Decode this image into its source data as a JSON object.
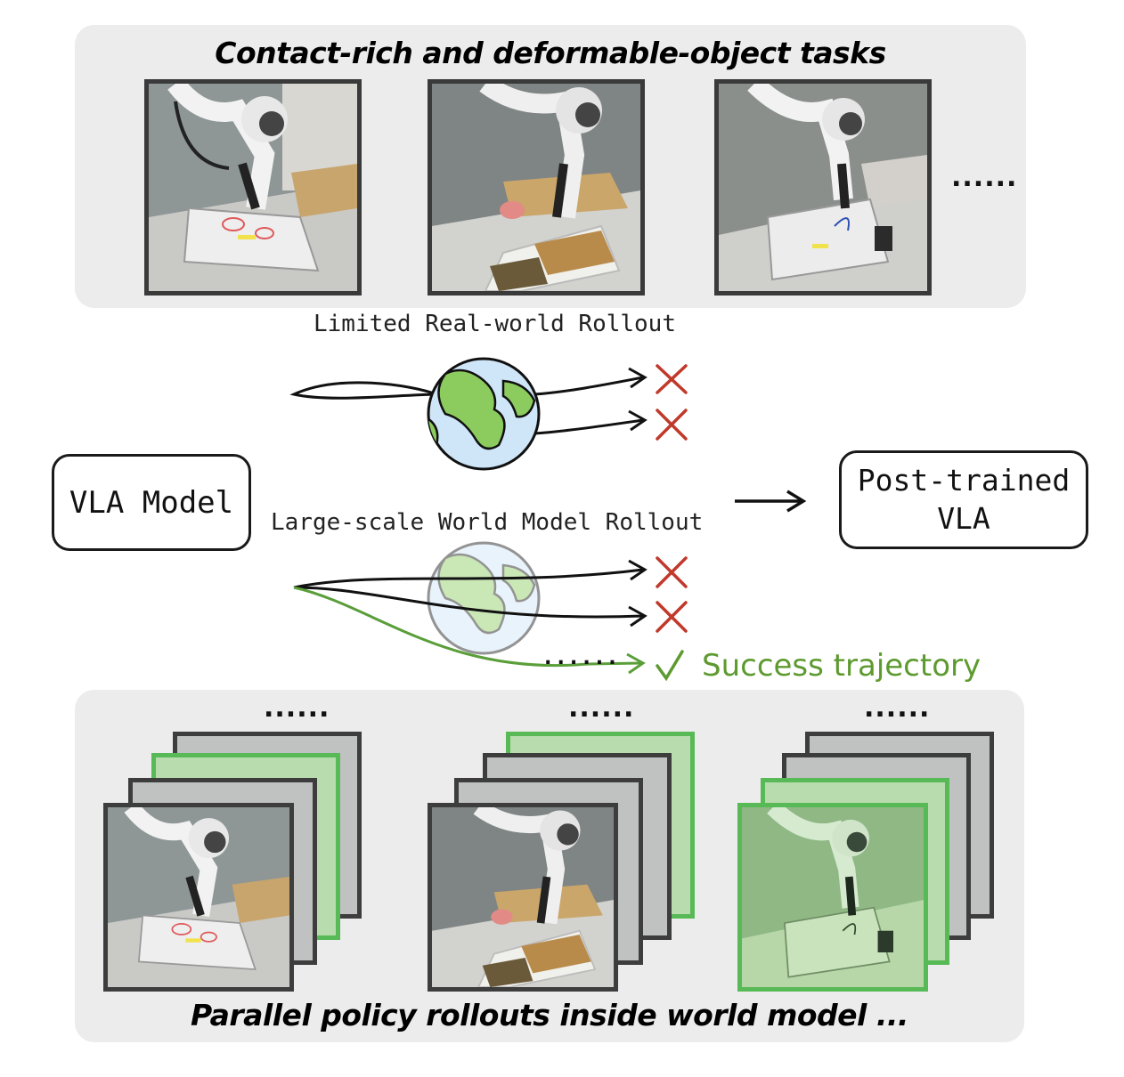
{
  "top_panel": {
    "title": "Contact-rich and deformable-object tasks",
    "ellipsis": "......"
  },
  "limited_label": "Limited Real-world Rollout",
  "large_label": "Large-scale World Model Rollout",
  "vla_model": "VLA Model",
  "post_trained": {
    "line1": "Post-trained",
    "line2": "VLA"
  },
  "success_label": "Success trajectory",
  "small_dots": "......",
  "bottom_panel": {
    "title": "Parallel policy rollouts inside world model ...",
    "ellipsis": "......"
  },
  "colors": {
    "panel_bg": "#ececec",
    "fail_cross": "#c0392b",
    "success_green": "#5d9a2f",
    "frame_green": "#58b957",
    "frame_gray": "#3d3d3d"
  }
}
